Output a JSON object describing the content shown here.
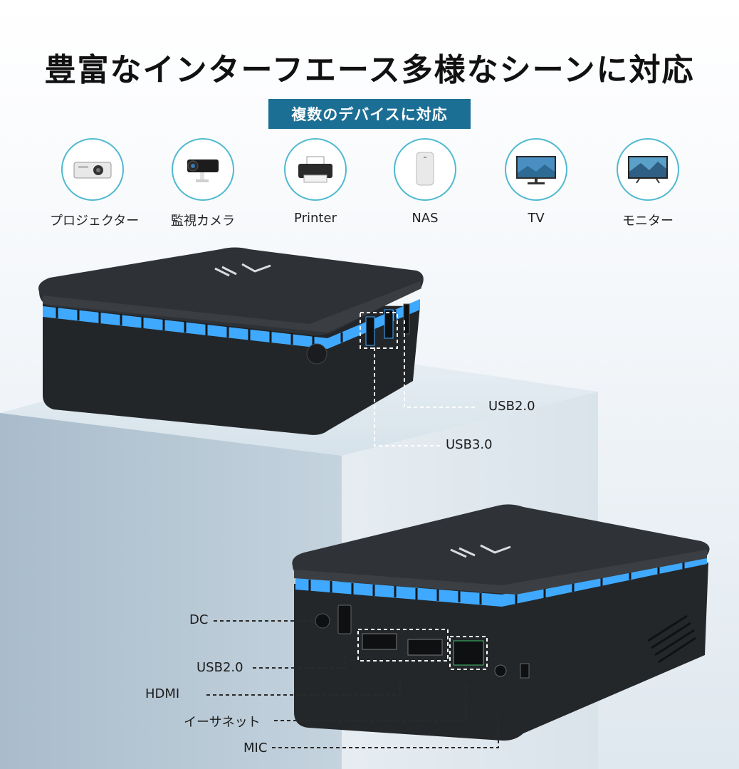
{
  "headline": "豊富なインターフエース多様なシーンに対応",
  "tag": "複数のデバイスに対応",
  "devices": [
    {
      "label": "プロジェクター",
      "icon": "projector-icon"
    },
    {
      "label": "監視カメラ",
      "icon": "camera-icon"
    },
    {
      "label": "Printer",
      "icon": "printer-icon"
    },
    {
      "label": "NAS",
      "icon": "nas-icon"
    },
    {
      "label": "TV",
      "icon": "tv-icon"
    },
    {
      "label": "モニター",
      "icon": "monitor-icon"
    }
  ],
  "top_unit_ports": {
    "usb2": "USB2.0",
    "usb3": "USB3.0"
  },
  "bottom_unit_ports": {
    "dc": "DC",
    "usb2": "USB2.0",
    "hdmi": "HDMI",
    "ethernet": "イーサネット",
    "mic": "MIC"
  },
  "colors": {
    "accent": "#1c6f94",
    "icon_ring": "#4fb9cf",
    "led": "#3fa9ff"
  }
}
